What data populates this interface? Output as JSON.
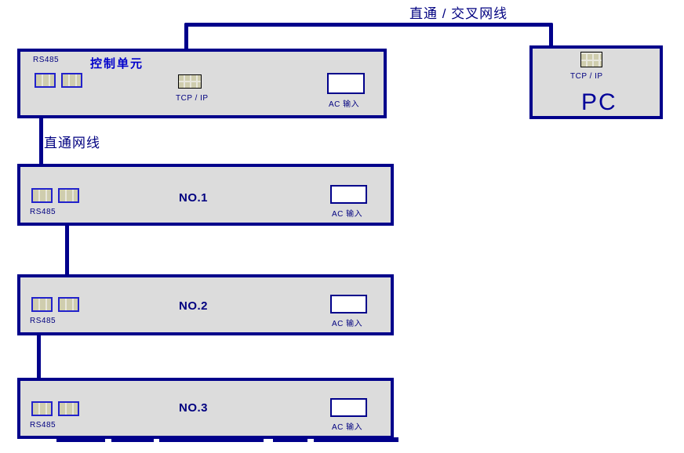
{
  "diagram": {
    "colors": {
      "cable_and_border": "#00008b",
      "box_fill": "#dcdcdc",
      "port_fill": "#cfcdae",
      "rs485_port_border": "#2222cc",
      "tcpip_port_border": "#000000",
      "control_unit_title": "#0000cc",
      "label_navy": "#000080"
    },
    "cables": {
      "top_label": "直通 / 交叉网线",
      "left_label": "直通网线"
    },
    "control_unit": {
      "title": "控制单元",
      "rs485_label": "RS485",
      "tcpip_label": "TCP / IP",
      "ac_label": "AC 输入"
    },
    "pc": {
      "title": "PC",
      "tcpip_label": "TCP / IP"
    },
    "units": [
      {
        "title": "NO.1",
        "rs485_label": "RS485",
        "ac_label": "AC 输入"
      },
      {
        "title": "NO.2",
        "rs485_label": "RS485",
        "ac_label": "AC 输入"
      },
      {
        "title": "NO.3",
        "rs485_label": "RS485",
        "ac_label": "AC 输入"
      }
    ]
  }
}
